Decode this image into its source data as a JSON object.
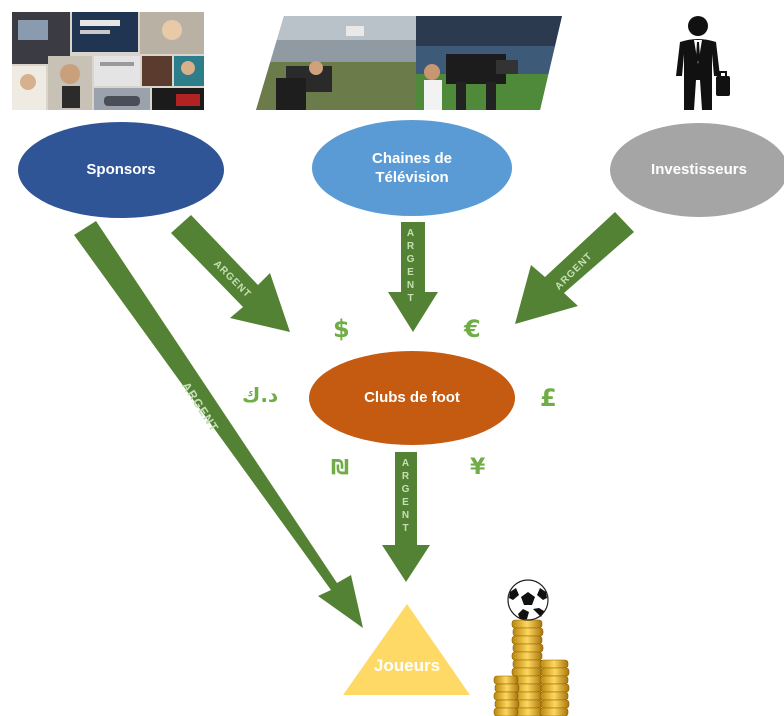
{
  "nodes": {
    "sponsors": "Sponsors",
    "television_line1": "Chaines de",
    "television_line2": "Télévision",
    "investors": "Investisseurs",
    "clubs": "Clubs de foot",
    "players": "Joueurs"
  },
  "arrow_label": "ARGENT",
  "currencies": {
    "dollar": "$",
    "euro": "€",
    "dinar": "د.ك",
    "pound": "£",
    "shekel": "₪",
    "yen": "¥"
  },
  "colors": {
    "sponsors": "#2f5597",
    "television": "#5b9bd5",
    "investors": "#a5a5a5",
    "clubs": "#c55a11",
    "players": "#ffd966",
    "arrow": "#548235",
    "currency": "#70ad47"
  },
  "icons": {
    "sponsors_image": "sponsor-collage-photo",
    "television_image": "stadium-camera-photo",
    "investor_image": "businessman-icon",
    "money_image": "coin-stack-football-icon"
  }
}
